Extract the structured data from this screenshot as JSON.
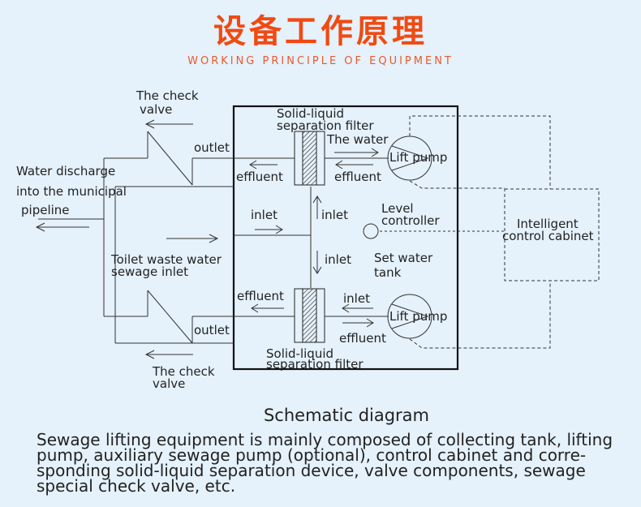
{
  "title_cn": "设备工作原理",
  "title_en": "WORKING PRINCIPLE OF EQUIPMENT",
  "labels": {
    "check_valve_top_1": "The check",
    "check_valve_top_2": "valve",
    "check_valve_bottom_1": "The check",
    "check_valve_bottom_2": "valve",
    "outlet_top": "outlet",
    "outlet_bottom": "outlet",
    "discharge_1": "Water discharge",
    "discharge_2": "into the municipal",
    "discharge_3": "pipeline",
    "toilet_1": "Toilet waste water",
    "toilet_2": "sewage inlet",
    "filter_top_1": "Solid-liquid",
    "filter_top_2": "separation filter",
    "filter_bottom_1": "Solid-liquid",
    "filter_bottom_2": "separation filter",
    "the_water": "The water",
    "lift_pump_top": "Lift pump",
    "lift_pump_bottom": "Lift pump",
    "effluent_top_left": "effluent",
    "effluent_top_right": "effluent",
    "effluent_bottom_left": "effluent",
    "effluent_bottom_right": "effluent",
    "inlet_left": "inlet",
    "inlet_mid_top": "inlet",
    "inlet_mid_bottom": "inlet",
    "inlet_bottom_right": "inlet",
    "level_1": "Level",
    "level_2": "controller",
    "tank_1": "Set water",
    "tank_2": "tank",
    "cabinet_1": "Intelligent",
    "cabinet_2": "control cabinet"
  },
  "caption": "Schematic diagram",
  "description": "Sewage lifting equipment is mainly composed of collecting tank, lifting pump, auxiliary sewage pump (optional), control cabinet and corre-sponding solid-liquid separation device, valve components, sewage special check valve, etc."
}
